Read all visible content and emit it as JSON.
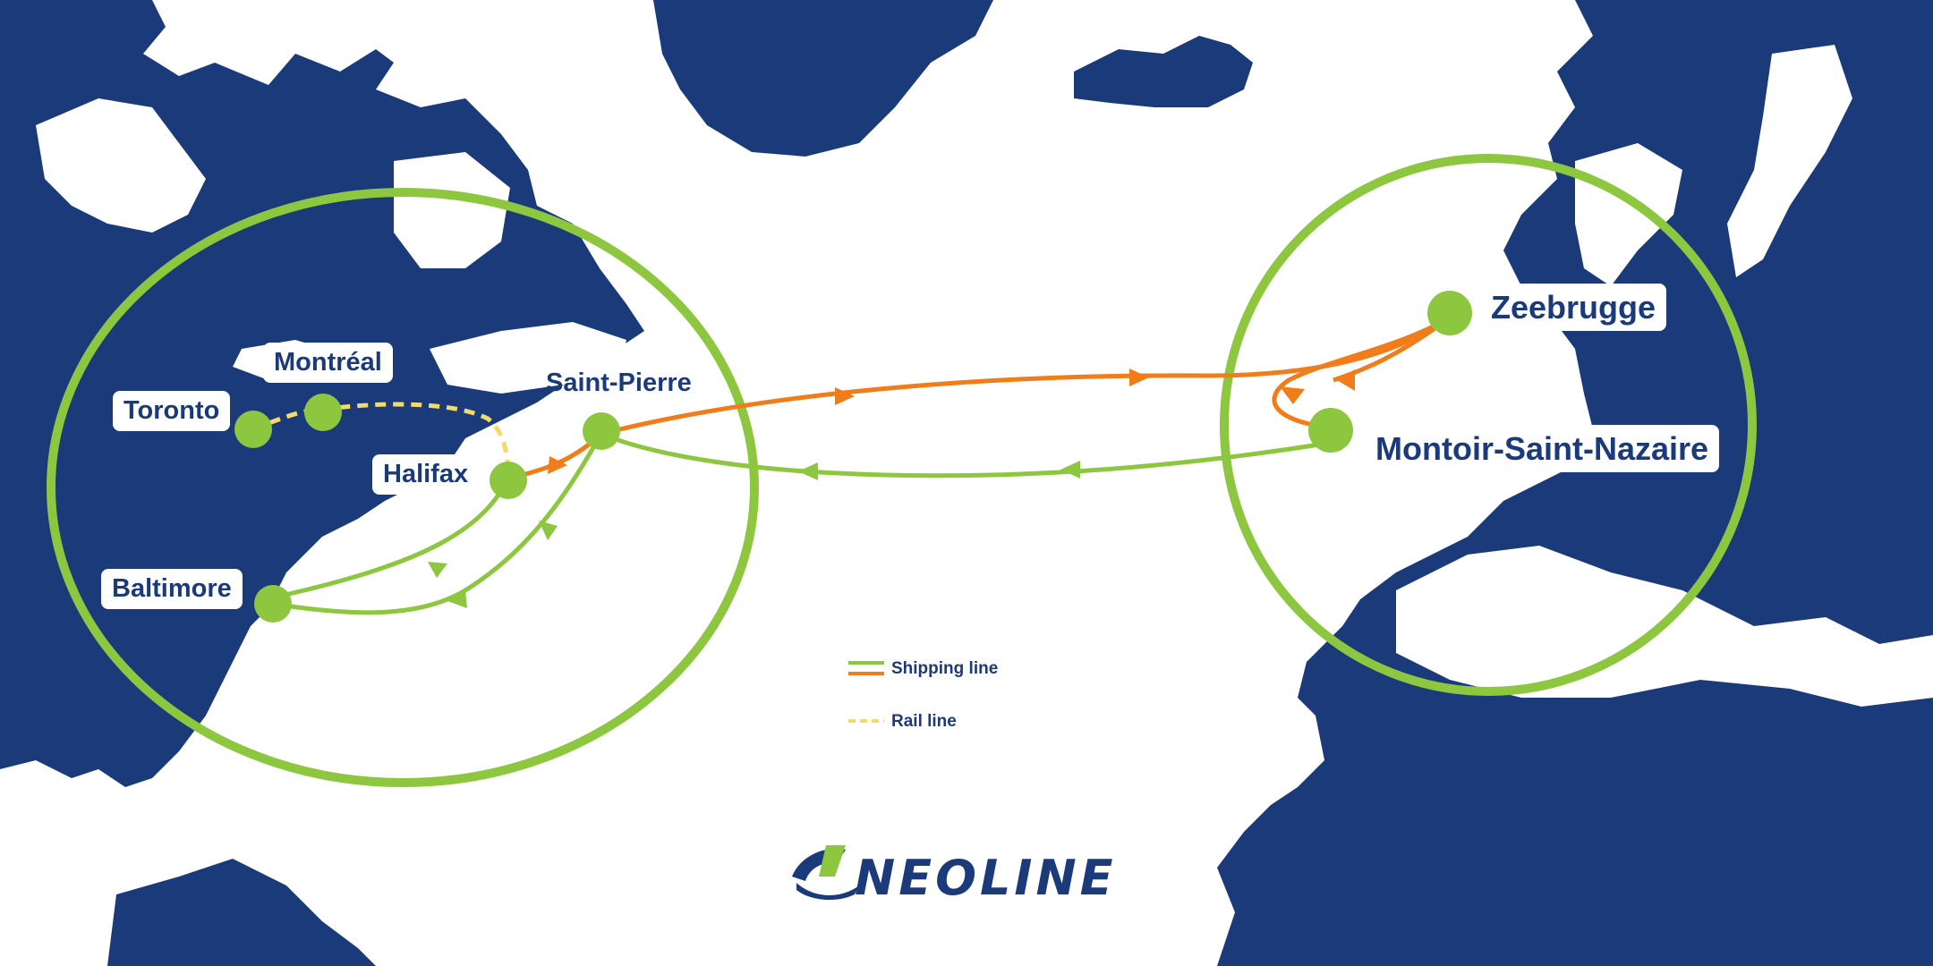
{
  "map": {
    "colors": {
      "land": "#1b3a7a",
      "sea": "#ffffff",
      "region_ring": "#8dc63f",
      "eastbound": "#f07d19",
      "westbound": "#8dc63f",
      "rail": "#f4d96b",
      "port": "#8dc63f",
      "label_text": "#1b3a7a"
    }
  },
  "ports": {
    "toronto": "Toronto",
    "montreal": "Montréal",
    "halifax": "Halifax",
    "baltimore": "Baltimore",
    "saint_pierre": "Saint-Pierre",
    "zeebrugge": "Zeebrugge",
    "montoir": "Montoir-Saint-Nazaire"
  },
  "legend": {
    "shipping": "Shipping line",
    "rail": "Rail line"
  },
  "brand": {
    "name": "NEOLINE"
  }
}
